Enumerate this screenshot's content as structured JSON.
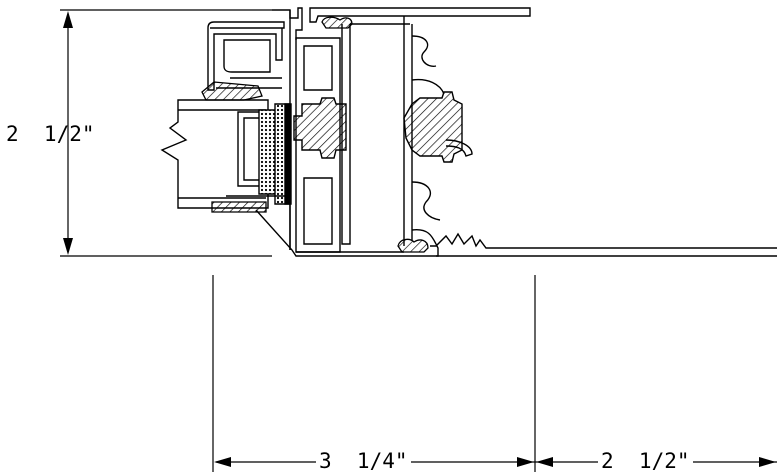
{
  "dimensions": {
    "height": "2  1/2\"",
    "width_left": "3  1/4\"",
    "width_right": "2  1/2\""
  },
  "colors": {
    "line": "#000000",
    "background": "#ffffff"
  }
}
